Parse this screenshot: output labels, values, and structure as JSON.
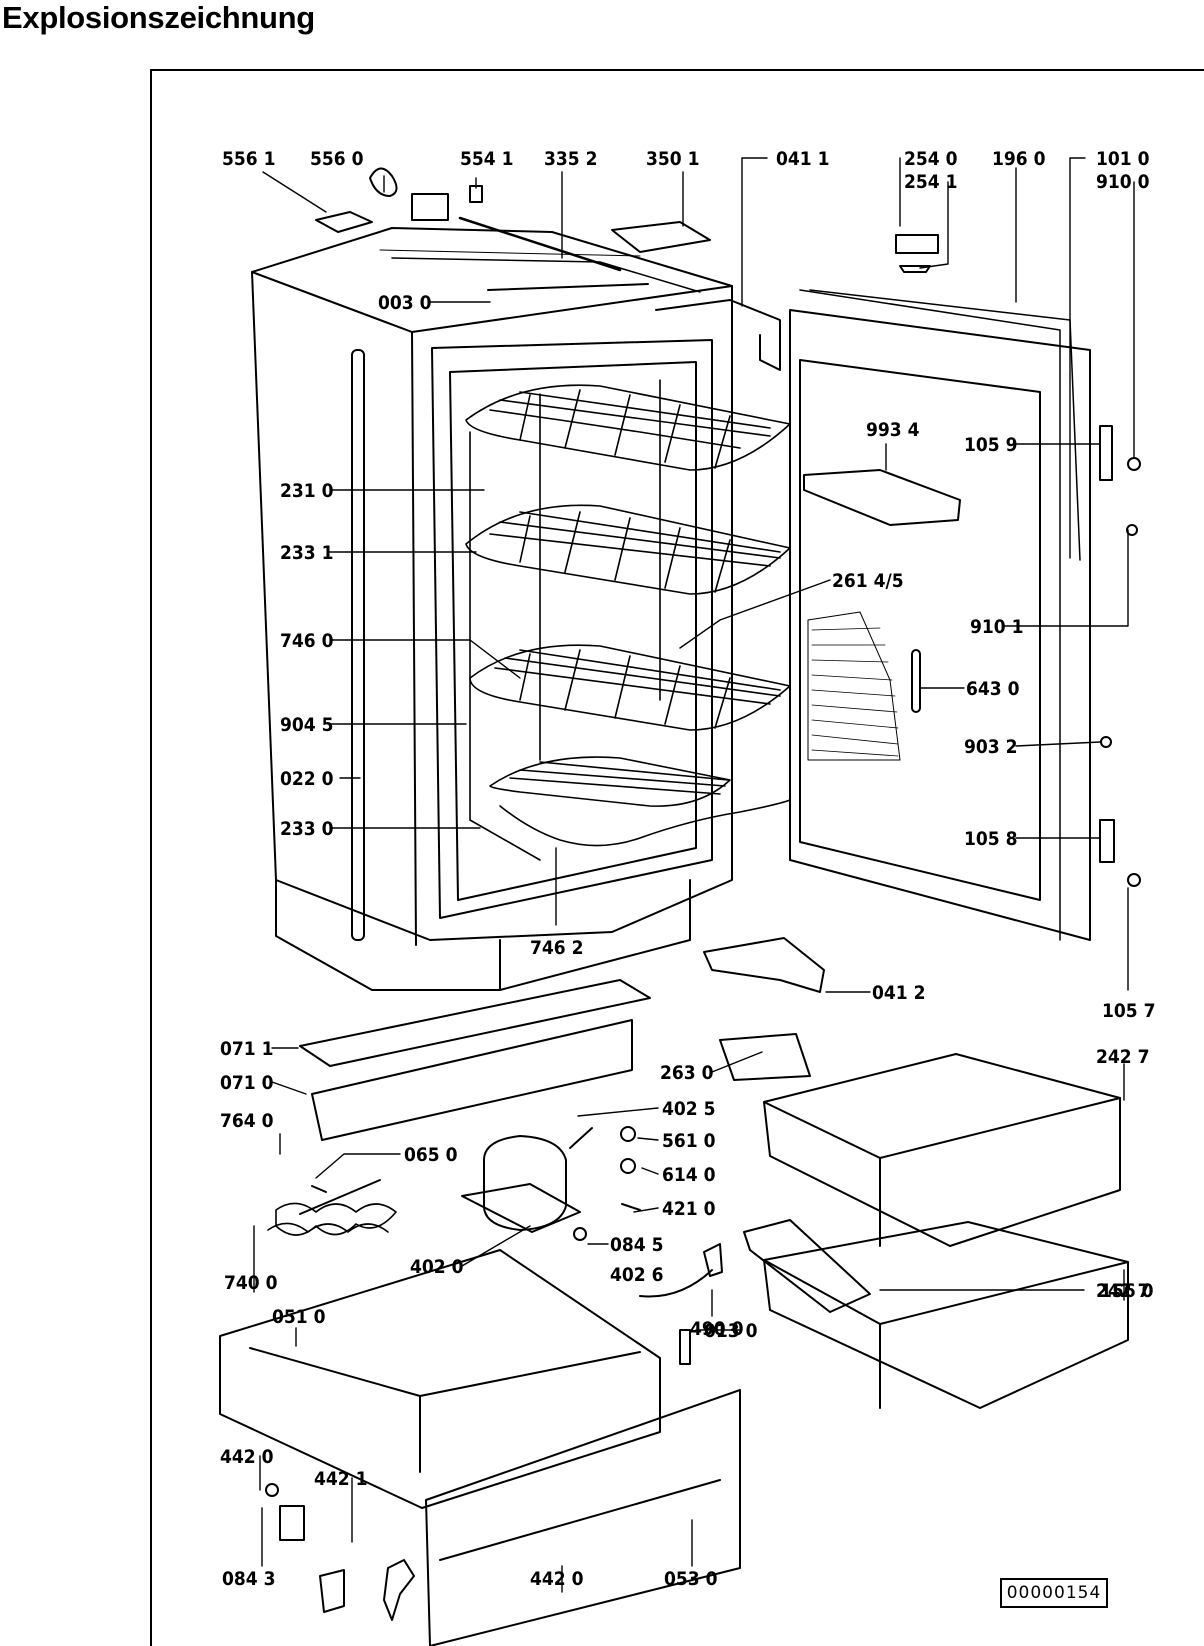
{
  "title": "Explosionszeichnung",
  "reference_number": "00000154",
  "labels": {
    "l_556_1": "556 1",
    "l_556_0": "556 0",
    "l_554_1": "554 1",
    "l_335_2": "335 2",
    "l_350_1": "350 1",
    "l_041_1": "041 1",
    "l_254_0": "254 0",
    "l_254_1": "254 1",
    "l_196_0": "196 0",
    "l_101_0": "101 0",
    "l_910_0": "910 0",
    "l_003_0": "003 0",
    "l_993_4": "993 4",
    "l_105_9": "105 9",
    "l_231_0": "231 0",
    "l_233_1": "233 1",
    "l_261_45": "261 4/5",
    "l_910_1": "910 1",
    "l_746_0": "746 0",
    "l_643_0": "643 0",
    "l_904_5": "904 5",
    "l_903_2": "903 2",
    "l_022_0": "022 0",
    "l_233_0": "233 0",
    "l_105_8": "105 8",
    "l_746_2": "746 2",
    "l_041_2": "041 2",
    "l_105_7": "105 7",
    "l_071_1": "071 1",
    "l_263_0": "263 0",
    "l_242_7a": "242 7",
    "l_071_0": "071 0",
    "l_402_5": "402 5",
    "l_764_0": "764 0",
    "l_561_0": "561 0",
    "l_065_0": "065 0",
    "l_614_0": "614 0",
    "l_421_0": "421 0",
    "l_084_5": "084 5",
    "l_402_0": "402 0",
    "l_402_6": "402 6",
    "l_740_0": "740 0",
    "l_156_0": "156 0",
    "l_051_0": "051 0",
    "l_490_0": "490 0",
    "l_242_7b": "242 7",
    "l_013_0": "013 0",
    "l_442_0a": "442 0",
    "l_442_1": "442 1",
    "l_084_3": "084 3",
    "l_442_0b": "442 0",
    "l_053_0": "053 0"
  }
}
